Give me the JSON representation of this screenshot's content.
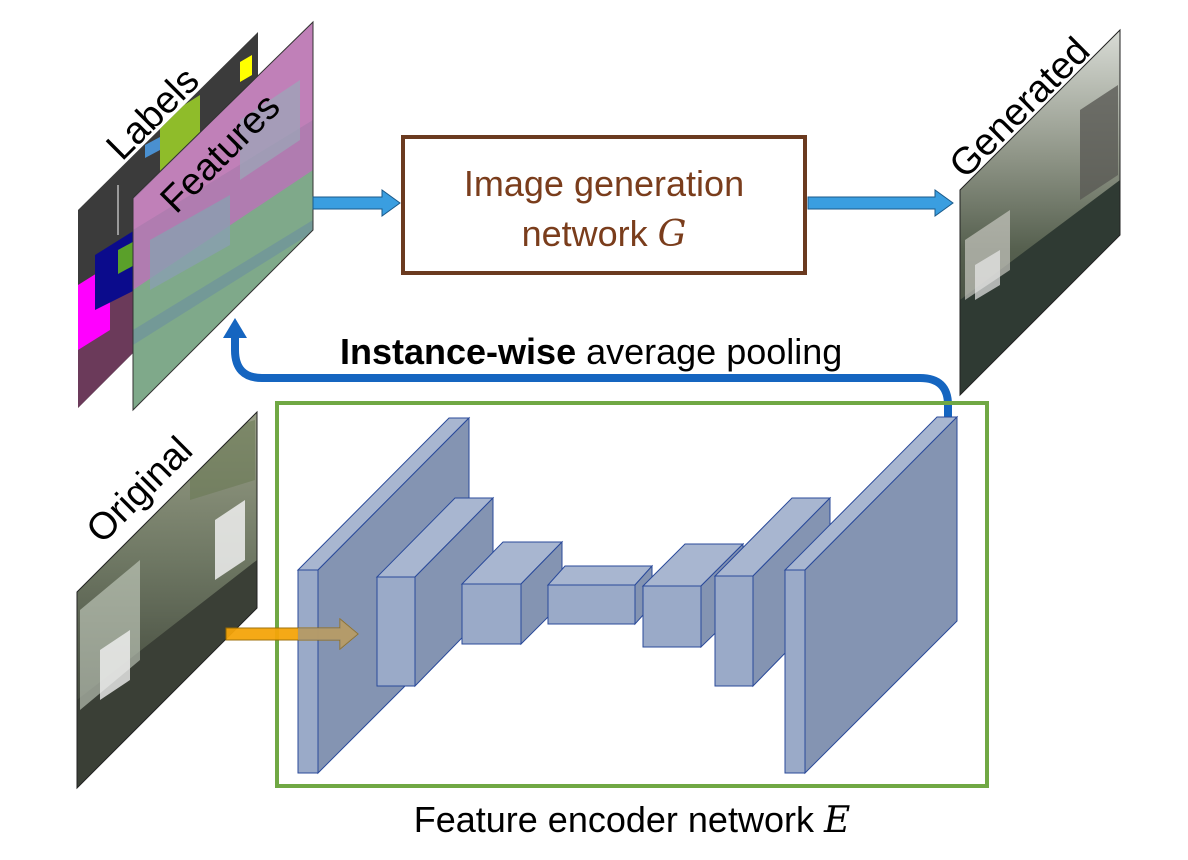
{
  "labels": {
    "labels_panel": "Labels",
    "features_panel": "Features",
    "generated_panel": "Generated",
    "original_panel": "Original"
  },
  "generator": {
    "line1": "Image generation",
    "line2_text": "network ",
    "line2_symbol": "G"
  },
  "pooling": {
    "bold": "Instance-wise",
    "rest": " average pooling"
  },
  "encoder": {
    "text": "Feature encoder network ",
    "symbol": "E"
  },
  "colors": {
    "generator_border": "#6b3a1f",
    "generator_text": "#7a3d1c",
    "encoder_border": "#70a844",
    "pooling_arrow": "#1565c0",
    "input_arrow": "#f5a50a",
    "flow_arrow": "#3a9ee0",
    "block_fill": "#9aaac8",
    "block_edge": "#2a4a9a"
  }
}
